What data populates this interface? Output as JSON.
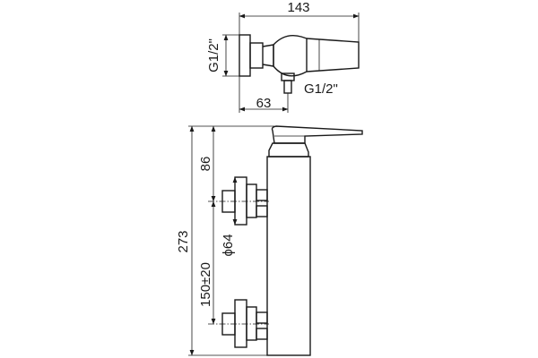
{
  "top_view": {
    "width_dim": "143",
    "inlet_dim": "G1/2\"",
    "outlet_dim": "G1/2\"",
    "offset_dim": "63"
  },
  "front_view": {
    "lever_dim": "86",
    "total_height_dim": "273",
    "flange_dim": "ϕ64",
    "spacing_dim": "150±20"
  }
}
